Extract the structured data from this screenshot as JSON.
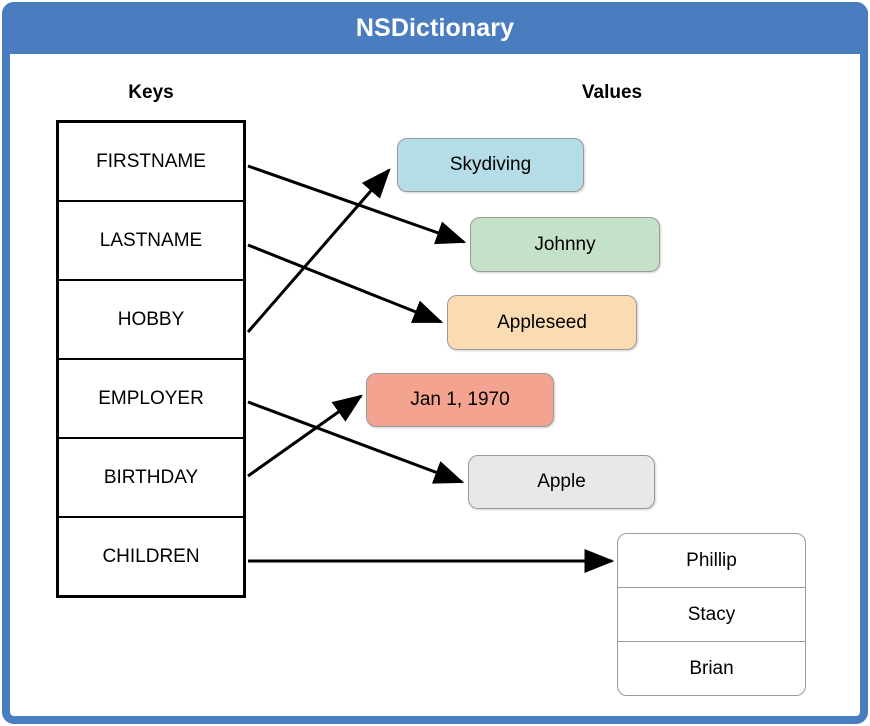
{
  "window": {
    "title": "NSDictionary",
    "header_color": "#4a7cc0",
    "header_text_color": "#ffffff",
    "background": "#ffffff"
  },
  "headings": {
    "keys": "Keys",
    "values": "Values"
  },
  "keys": [
    {
      "label": "FIRSTNAME"
    },
    {
      "label": "LASTNAME"
    },
    {
      "label": "HOBBY"
    },
    {
      "label": "EMPLOYER"
    },
    {
      "label": "BIRTHDAY"
    },
    {
      "label": "CHILDREN"
    }
  ],
  "values": [
    {
      "label": "Skydiving",
      "color": "#b5dde8",
      "key": "HOBBY"
    },
    {
      "label": "Johnny",
      "color": "#c5e2c8",
      "key": "FIRSTNAME"
    },
    {
      "label": "Appleseed",
      "color": "#fadcb3",
      "key": "LASTNAME"
    },
    {
      "label": "Jan 1, 1970",
      "color": "#f4a391",
      "key": "BIRTHDAY"
    },
    {
      "label": "Apple",
      "color": "#e8e8e8",
      "key": "EMPLOYER"
    }
  ],
  "children_list": {
    "key": "CHILDREN",
    "color": "#ffffff",
    "items": [
      {
        "label": "Phillip"
      },
      {
        "label": "Stacy"
      },
      {
        "label": "Brian"
      }
    ]
  },
  "arrows": [
    {
      "from": "FIRSTNAME",
      "to": "Johnny"
    },
    {
      "from": "LASTNAME",
      "to": "Appleseed"
    },
    {
      "from": "HOBBY",
      "to": "Skydiving"
    },
    {
      "from": "EMPLOYER",
      "to": "Apple"
    },
    {
      "from": "BIRTHDAY",
      "to": "Jan 1, 1970"
    },
    {
      "from": "CHILDREN",
      "to": "Children list"
    }
  ]
}
